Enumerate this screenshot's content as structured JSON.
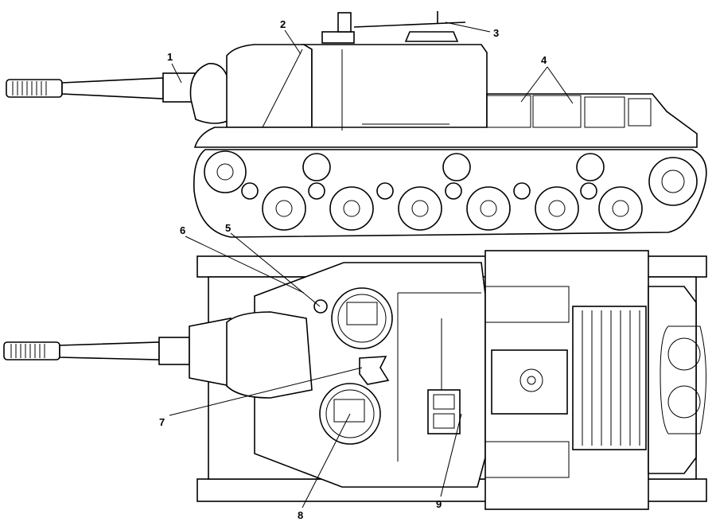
{
  "callouts": [
    {
      "id": "1",
      "label": "1"
    },
    {
      "id": "2",
      "label": "2"
    },
    {
      "id": "3",
      "label": "3"
    },
    {
      "id": "4",
      "label": "4"
    },
    {
      "id": "5",
      "label": "5"
    },
    {
      "id": "6",
      "label": "6"
    },
    {
      "id": "7",
      "label": "7"
    },
    {
      "id": "8",
      "label": "8"
    },
    {
      "id": "9",
      "label": "9"
    }
  ],
  "colors": {
    "ink": "#000000",
    "paper": "#ffffff",
    "shade": "#555555"
  }
}
